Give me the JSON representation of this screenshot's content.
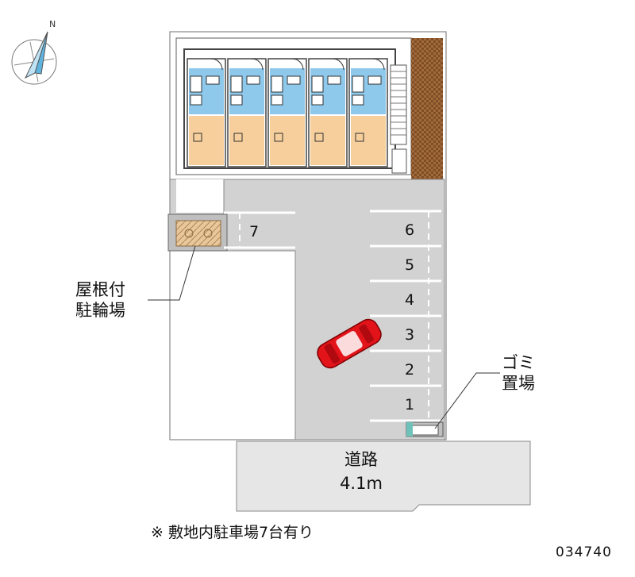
{
  "compass": {
    "north_label": "N",
    "icon": "compass-north-arrow-icon"
  },
  "parking": {
    "slots": [
      {
        "number": "1"
      },
      {
        "number": "2"
      },
      {
        "number": "3"
      },
      {
        "number": "4"
      },
      {
        "number": "5"
      },
      {
        "number": "6"
      },
      {
        "number": "7"
      }
    ],
    "car_icon": "red-car-icon"
  },
  "labels": {
    "bike_parking": {
      "line1": "屋根付",
      "line2": "駐輪場"
    },
    "trash": {
      "line1": "ゴミ",
      "line2": "置場"
    },
    "road": {
      "name": "道路",
      "width": "4.1m"
    }
  },
  "note": "※ 敷地内駐車場7台有り",
  "property_code": "034740",
  "colors": {
    "lot": "#d2d2d2",
    "road": "#e6e6e6",
    "unit_floor": "#f6cf9c",
    "unit_bath": "#8ec9ec",
    "hedge": "#8b5a2b",
    "car": "#e3131a"
  }
}
